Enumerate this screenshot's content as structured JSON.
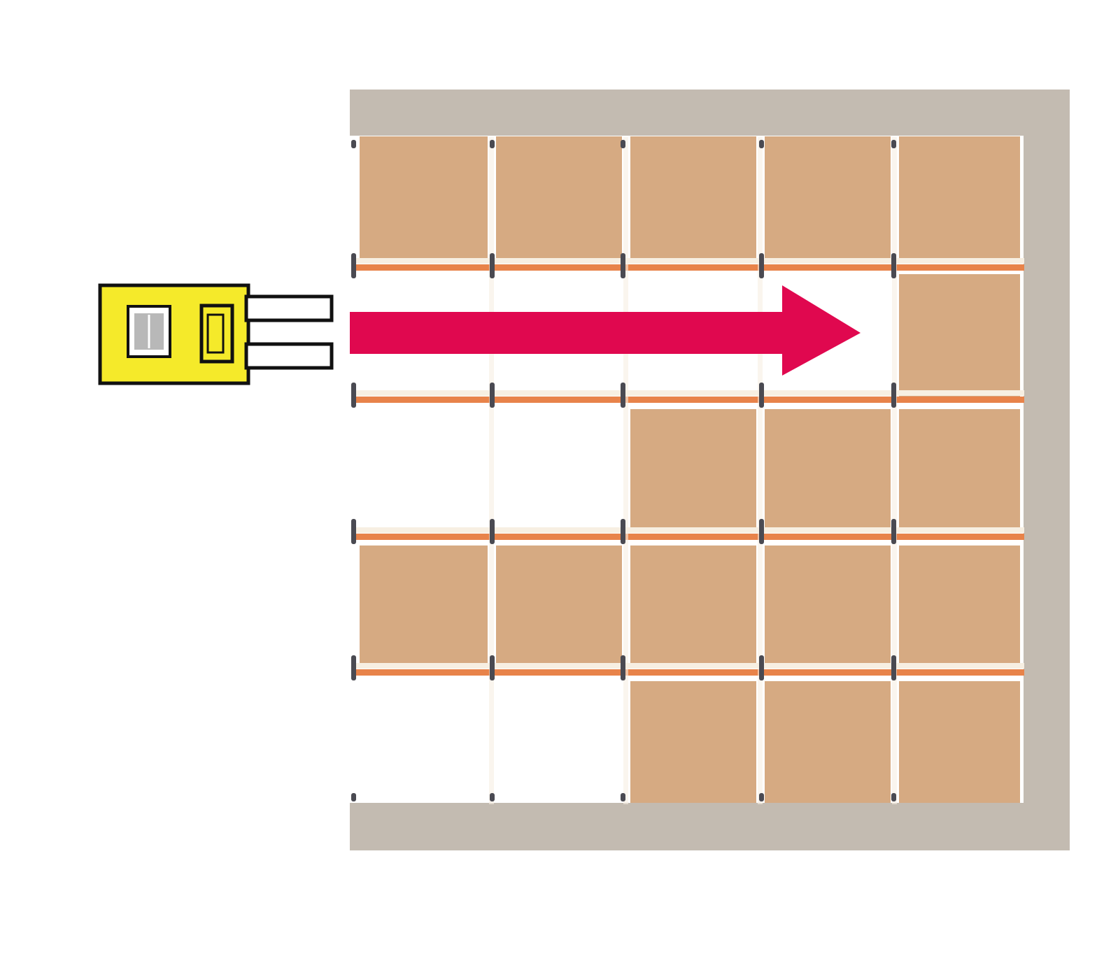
{
  "scene": {
    "description_icon": "forklift-icon",
    "layout": {
      "rows": 5,
      "cols": 5,
      "occupied": [
        [
          true,
          true,
          true,
          true,
          true
        ],
        [
          false,
          false,
          false,
          false,
          true
        ],
        [
          false,
          false,
          true,
          true,
          true
        ],
        [
          true,
          true,
          true,
          true,
          true
        ],
        [
          false,
          false,
          true,
          true,
          true
        ]
      ],
      "arrow_row": 1,
      "arrow_icon": "right-arrow-icon"
    },
    "colors": {
      "background": "#ffffff",
      "frame": "#c3bbb1",
      "box": "#d6aa82",
      "beam": "#e8834a",
      "slot_line": "#f7efe2",
      "post": "#4a4a52",
      "arrow": "#e0084f",
      "forklift_body": "#f5ea2a",
      "forklift_outline": "#111111",
      "forklift_window": "#b8b8b8"
    }
  }
}
